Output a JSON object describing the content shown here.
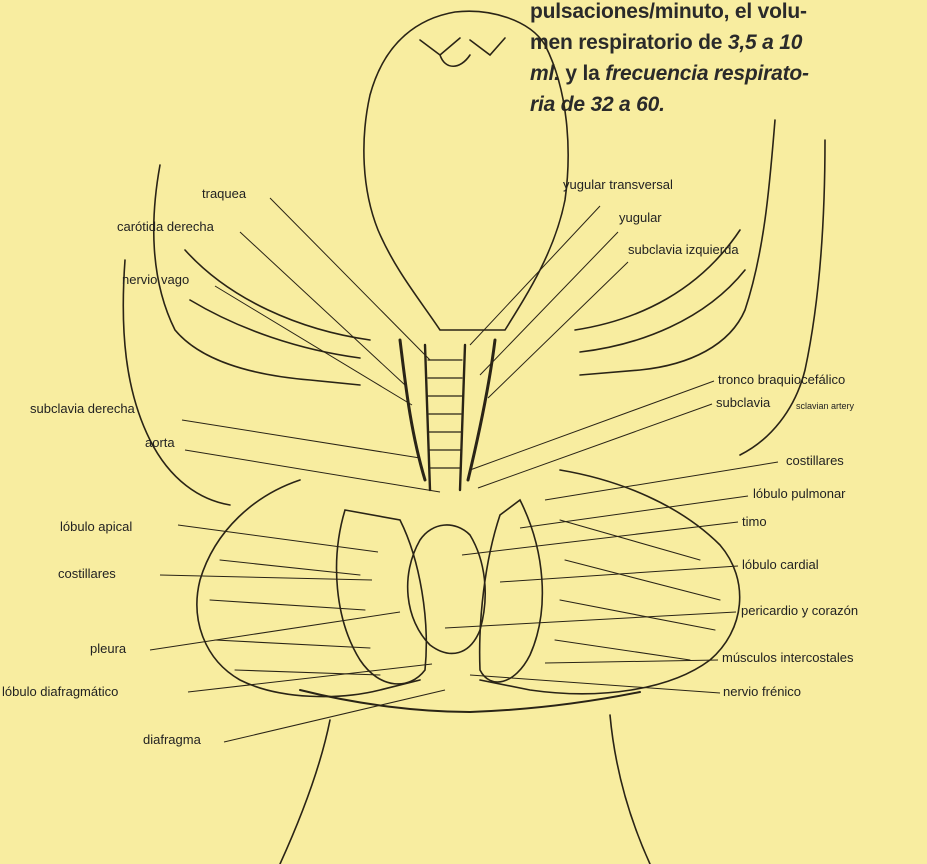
{
  "intro": {
    "line1": "pulsaciones/minuto, el volu-",
    "line2_a": "men respiratorio de ",
    "line2_b": "3,5 a 10",
    "line3_a": "ml.",
    "line3_b": " y la ",
    "line3_c": "frecuencia respirato-",
    "line4": "ria de 32 a 60."
  },
  "labels": {
    "traquea": "traquea",
    "carotida": "carótida derecha",
    "vago": "nervio vago",
    "subclavia_der": "subclavia derecha",
    "aorta": "aorta",
    "lobulo_apical": "lóbulo apical",
    "costillares_izq": "costillares",
    "pleura": "pleura",
    "lobulo_diafrag": "lóbulo diafragmático",
    "diafragma": "diafragma",
    "yug_trans": "yugular transversal",
    "yugular": "yugular",
    "subclavia_izq": "subclavia izquierda",
    "tronco": "tronco braquiocefálico",
    "subclavia": "subclavia",
    "subclavian_artery": "sclavian artery",
    "costillares_der": "costillares",
    "lobulo_pulmonar": "lóbulo pulmonar",
    "timo": "timo",
    "lobulo_cardial": "lóbulo cardial",
    "pericardio": "pericardio y corazón",
    "musculos": "músculos intercostales",
    "frenico": "nervio frénico"
  },
  "colors": {
    "background": "#f8eda0",
    "ink": "#222222"
  }
}
